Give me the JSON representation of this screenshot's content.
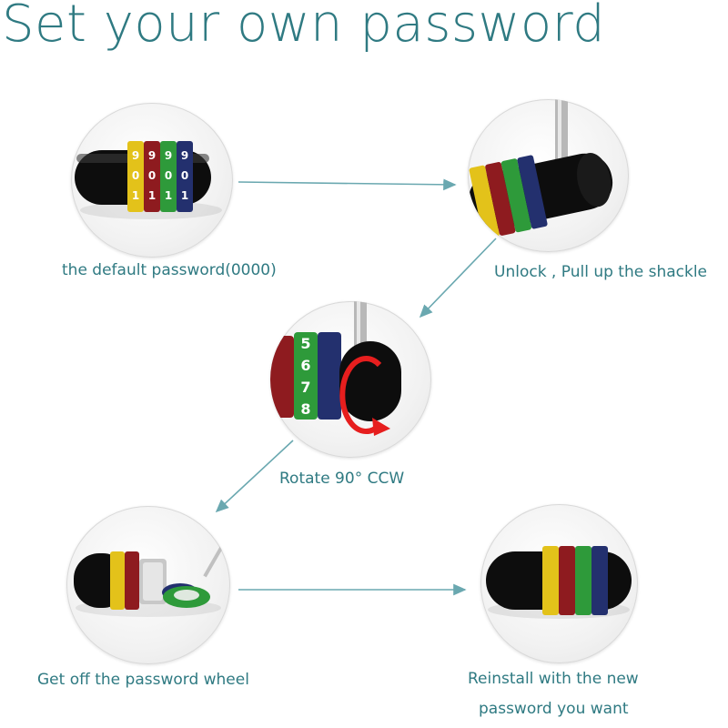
{
  "title": "Set your own password",
  "steps": [
    {
      "caption": "the default password(0000)"
    },
    {
      "caption": "Unlock , Pull up the shackle"
    },
    {
      "caption": "Rotate 90°  CCW"
    },
    {
      "caption": "Get off the password wheel"
    },
    {
      "caption_line1": "Reinstall with the new",
      "caption_line2": "password you want"
    }
  ],
  "wheel_digits": {
    "top": [
      "9",
      "9",
      "9",
      "9"
    ],
    "middle": [
      "0",
      "0",
      "0",
      "0"
    ],
    "bottom": [
      "1",
      "1",
      "1",
      "1"
    ]
  },
  "rotated_digits": [
    "5",
    "6",
    "7",
    "8"
  ],
  "colors": {
    "accent": "#2f7a82",
    "wheel_yellow": "#e3c21a",
    "wheel_red": "#8e1b1f",
    "wheel_green": "#2e9a3a",
    "wheel_blue": "#23306e",
    "rotate_arrow": "#e61e1e"
  }
}
